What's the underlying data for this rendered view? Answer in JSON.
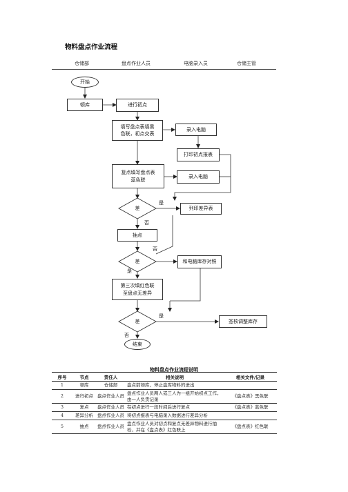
{
  "title": "物料盘点作业流程",
  "roles": [
    "仓储部",
    "盘点作业人员",
    "电脑录入员",
    "仓储主管"
  ],
  "nodes": {
    "start": "开始",
    "lock": "顿库",
    "initial_count": "进行初点",
    "fill_black_1": "填写盘点表填黑",
    "fill_black_2": "色联，初点交表",
    "input1": "录入电脑",
    "print_report": "打印初点报表",
    "recount_1": "复点填写盘点表",
    "recount_2": "蓝色联",
    "input2": "录入电脑",
    "diff1": "差",
    "diff_report": "列印差异表",
    "sample": "抽点",
    "diff2": "差",
    "stock_compare": "和电脑库存对照",
    "third_1": "第三次填红色联",
    "third_2": "至盘点无差异",
    "diff3": "差",
    "approve": "签核调整库存",
    "end": "结束"
  },
  "edge_labels": {
    "yes1": "是",
    "no1": "否",
    "no2": "否",
    "yes2": "是",
    "yes3": "是",
    "no3": "否"
  },
  "table": {
    "caption": "物料盘点作业流程说明",
    "headers": [
      "序号",
      "节点",
      "责任人",
      "相关说明",
      "相关文件/记录"
    ],
    "rows": [
      {
        "no": "1",
        "node": "顿库",
        "owner": "仓储部",
        "desc": "盘点前顿库，停止盘库物料的进出",
        "doc": ""
      },
      {
        "no": "2",
        "node": "进行初点",
        "owner": "盘点作业人员",
        "desc": "盘点作业人员两人或三人为一组开始初点工作，由一人负责记录",
        "doc": "《盘点表》黑色联"
      },
      {
        "no": "3",
        "node": "复点",
        "owner": "盘点作业人员",
        "desc": "在初点进行一段时间后进行复点",
        "doc": "《盘点表》蓝色联"
      },
      {
        "no": "4",
        "node": "差异分析",
        "owner": "盘点作业人员",
        "desc": "将初点报表与电脑录入数据进行差异分析",
        "doc": ""
      },
      {
        "no": "5",
        "node": "抽点",
        "owner": "盘点作业人员",
        "desc": "盘点作业人员对初点和复点无差异物料进行抽检，并在《盘点表》红色联上",
        "doc": "《盘点表》红色联"
      }
    ]
  }
}
